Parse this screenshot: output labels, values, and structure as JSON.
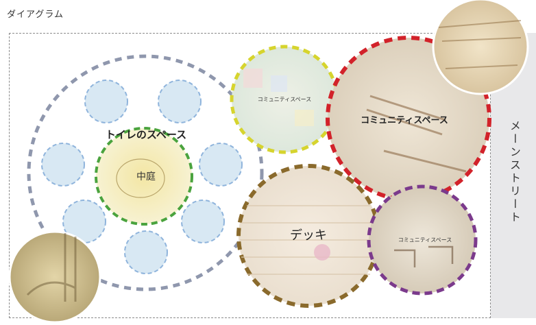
{
  "title": "ダイアグラム",
  "labels": {
    "toilet_space": "トイレのスペース",
    "courtyard": "中庭",
    "deck": "デッキ",
    "community_top": "コミュニティスペース",
    "community_right": "コミュニティスペース",
    "community_bottom": "コミュニティスペース",
    "main_street": "メーンストリート"
  },
  "colors": {
    "gray_ring": "#8f97ad",
    "blue_circle_fill": "#d8e8f3",
    "blue_circle_dash": "#8fb4dc",
    "green_ring": "#4aa33e",
    "yellow_ring": "#d6d42e",
    "red_ring": "#d2222a",
    "brown_ring": "#8a6a2c",
    "purple_ring": "#7b3a8c",
    "street_band": "#e8e8ea"
  }
}
